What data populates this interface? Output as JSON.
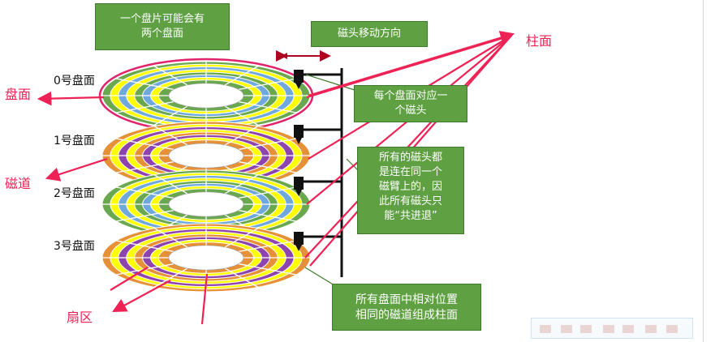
{
  "labels": {
    "panmian": "盘面",
    "cidao": "磁道",
    "shanqu": "扇区",
    "zhumian": "柱面",
    "platter0": "0号盘面",
    "platter1": "1号盘面",
    "platter2": "2号盘面",
    "platter3": "3号盘面"
  },
  "callouts": {
    "top_left": [
      "一个盘片可能会有",
      "两个盘面"
    ],
    "head_move": "磁头移动方向",
    "each_surface": [
      "每个盘面对应一",
      "个磁头"
    ],
    "all_heads": [
      "所有的磁头都",
      "是连在同一个",
      "磁臂上的，因",
      "此所有磁头只",
      "能“共进退”"
    ],
    "cylinder": [
      "所有盘面中相对位置",
      "相同的磁道组成柱面"
    ]
  },
  "colors": {
    "label_red": "#ee2255",
    "callout_green": "#5fa043",
    "arrow_red": "#ee2255",
    "arm_black": "#111111",
    "ring_palette_a": [
      "#6aa84f",
      "#ffff00",
      "#6fa8dc",
      "#ffff00",
      "#6aa84f",
      "#6fa8dc",
      "#ffff00",
      "#6aa84f"
    ],
    "ring_palette_b": [
      "#e69138",
      "#ffff00",
      "#8e44ad",
      "#ffff00",
      "#e69138",
      "#8e44ad",
      "#ffff00",
      "#e69138"
    ]
  },
  "icons": [
    "double-arrow-icon",
    "disk-head-icon"
  ]
}
